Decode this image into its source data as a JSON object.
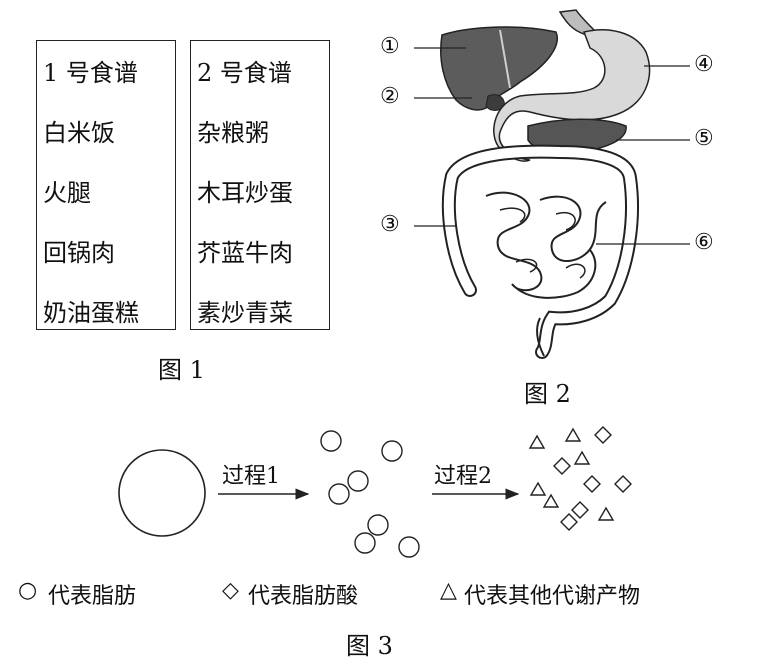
{
  "figure1": {
    "caption": "图 1",
    "menu1": {
      "title": "1 号食谱",
      "items": [
        "白米饭",
        "火腿",
        "回锅肉",
        "奶油蛋糕"
      ]
    },
    "menu2": {
      "title": "2 号食谱",
      "items": [
        "杂粮粥",
        "木耳炒蛋",
        "芥蓝牛肉",
        "素炒青菜"
      ]
    }
  },
  "figure2": {
    "caption": "图 2",
    "labels": [
      "①",
      "②",
      "③",
      "④",
      "⑤",
      "⑥"
    ]
  },
  "figure3": {
    "caption": "图 3",
    "process1": "过程1",
    "process2": "过程2",
    "legend": {
      "circle_symbol": "○",
      "circle_text": "代表脂肪",
      "diamond_symbol": "◇",
      "diamond_text": "代表脂肪酸",
      "triangle_symbol": "△",
      "triangle_text": "代表其他代谢产物"
    }
  }
}
